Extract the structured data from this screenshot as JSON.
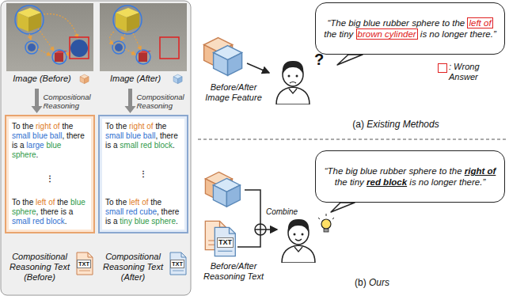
{
  "diagram": {
    "nodes": [
      {
        "text": [
          "Image (Before)"
        ]
      },
      {
        "text": [
          "Image (After)"
        ]
      },
      {
        "text": [
          "To the right of the small blue ball, there is a large blue sphere.",
          "⋮",
          "To the left of the blue sphere, there is a small red block."
        ]
      },
      {
        "text": [
          "To the right of the small blue ball, there is a small red block.",
          "⋮",
          "To the left of the small red cube, there is a tiny blue sphere."
        ]
      },
      {
        "text": [
          "“The big blue rubber sphere to the left of the tiny brown cylinder is no longer there.”"
        ]
      },
      {
        "text": [
          "“The big blue rubber sphere to the right of the tiny red block is no longer there.”"
        ]
      }
    ],
    "edges": [
      {
        "from": 0,
        "to": 2,
        "arrow": "to",
        "label": "Compositional Reasoning"
      },
      {
        "from": 1,
        "to": 3,
        "arrow": "to",
        "label": "Compositional Reasoning"
      }
    ],
    "labels": [
      "TXT",
      "Compositional Reasoning Text (Before)",
      "TXT",
      "Compositional Reasoning Text (After)",
      "Before/After Image Feature",
      "?",
      "(a) Existing Methods",
      "Combine",
      "TXT",
      "Before/After Reasoning Text",
      "(b) Ours"
    ],
    "legend": [
      {
        "text": ": Wrong Answer"
      }
    ]
  }
}
